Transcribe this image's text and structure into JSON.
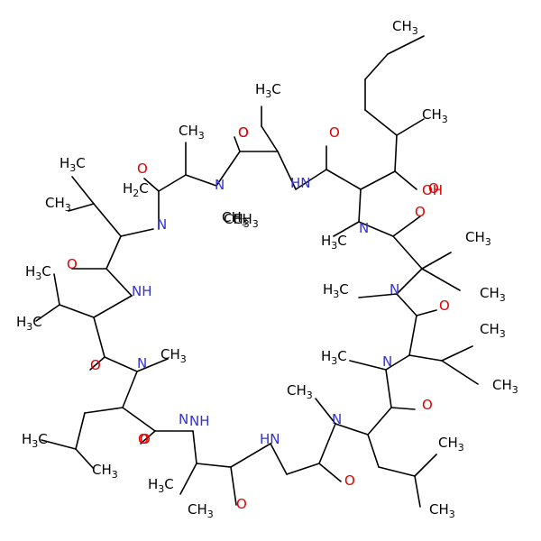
{
  "diagram": {
    "type": "skeletal-structure",
    "colors": {
      "bond": "#000000",
      "carbon": "#000000",
      "nitrogen": "#3333cc",
      "oxygen": "#dd0000"
    },
    "labels": [
      {
        "id": "ch3_top",
        "t": "CH",
        "sub": "3",
        "c": "carbon"
      },
      {
        "id": "h3c_ethyl",
        "t": "H",
        "sub": "3",
        "tail": "C",
        "c": "carbon"
      },
      {
        "id": "ch3_methyl_sc",
        "t": "CH",
        "sub": "3",
        "c": "carbon"
      },
      {
        "id": "o_1",
        "t": "O",
        "c": "oxygen"
      },
      {
        "id": "ch3_ala1",
        "t": "CH",
        "sub": "3",
        "c": "carbon"
      },
      {
        "id": "o_2",
        "t": "O",
        "c": "oxygen"
      },
      {
        "id": "nh_1",
        "t": "HN",
        "c": "nitrogen"
      },
      {
        "id": "o_3",
        "t": "O",
        "c": "oxygen"
      },
      {
        "id": "oh",
        "t": "OH",
        "c": "oxygen"
      },
      {
        "id": "n_2",
        "t": "N",
        "c": "nitrogen"
      },
      {
        "id": "ch3_n2",
        "t": "CH",
        "sub": "3",
        "c": "carbon"
      },
      {
        "id": "o_4",
        "t": "O",
        "c": "oxygen"
      },
      {
        "id": "n_3",
        "t": "N",
        "c": "nitrogen"
      },
      {
        "id": "h3c_n3",
        "t": "H",
        "sub": "3",
        "tail": "C",
        "c": "carbon"
      },
      {
        "id": "o_5",
        "t": "O",
        "c": "oxygen"
      },
      {
        "id": "ch3_val_r1",
        "t": "CH",
        "sub": "3",
        "c": "carbon"
      },
      {
        "id": "ch3_val_r2",
        "t": "CH",
        "sub": "3",
        "c": "carbon"
      },
      {
        "id": "n_4",
        "t": "N",
        "c": "nitrogen"
      },
      {
        "id": "h3c_n4",
        "t": "H",
        "sub": "3",
        "tail": "C",
        "c": "carbon"
      },
      {
        "id": "o_6",
        "t": "O",
        "c": "oxygen"
      },
      {
        "id": "ch3_leu_r1",
        "t": "CH",
        "sub": "3",
        "c": "carbon"
      },
      {
        "id": "ch3_leu_r2",
        "t": "CH",
        "sub": "3",
        "c": "carbon"
      },
      {
        "id": "n_5",
        "t": "N",
        "c": "nitrogen"
      },
      {
        "id": "h3c_n5",
        "t": "H",
        "sub": "3",
        "tail": "C",
        "c": "carbon"
      },
      {
        "id": "o_7",
        "t": "O",
        "c": "oxygen"
      },
      {
        "id": "ch3_n6",
        "t": "CH",
        "sub": "3",
        "c": "carbon"
      },
      {
        "id": "n_6",
        "t": "N",
        "c": "nitrogen"
      },
      {
        "id": "ch3_leu_r3",
        "t": "CH",
        "sub": "3",
        "c": "carbon"
      },
      {
        "id": "ch3_leu_r4",
        "t": "CH",
        "sub": "3",
        "c": "carbon"
      },
      {
        "id": "o_8",
        "t": "O",
        "c": "oxygen"
      },
      {
        "id": "ch3_ala2",
        "t": "CH",
        "sub": "3",
        "c": "carbon"
      },
      {
        "id": "nh_2",
        "t": "HN",
        "c": "nitrogen"
      },
      {
        "id": "o_9",
        "t": "O",
        "c": "oxygen"
      },
      {
        "id": "h3c_ala3",
        "t": "H",
        "sub": "3",
        "tail": "C",
        "c": "carbon"
      },
      {
        "id": "nh_3",
        "t": "NH",
        "c": "nitrogen"
      },
      {
        "id": "o_10",
        "t": "O",
        "c": "oxygen"
      },
      {
        "id": "h3c_leu_l1",
        "t": "H",
        "sub": "3",
        "tail": "C",
        "c": "carbon"
      },
      {
        "id": "ch3_leu_l2",
        "t": "CH",
        "sub": "3",
        "c": "carbon"
      },
      {
        "id": "o_11",
        "t": "O",
        "c": "oxygen"
      },
      {
        "id": "n_7",
        "t": "N",
        "c": "nitrogen"
      },
      {
        "id": "ch3_n7",
        "t": "CH",
        "sub": "3",
        "c": "carbon"
      },
      {
        "id": "h3c_val_l1",
        "t": "H",
        "sub": "3",
        "tail": "C",
        "c": "carbon"
      },
      {
        "id": "h3c_val_l2",
        "t": "H",
        "sub": "3",
        "tail": "C",
        "c": "carbon"
      },
      {
        "id": "nh_4",
        "t": "NH",
        "c": "nitrogen"
      },
      {
        "id": "o_12",
        "t": "O",
        "c": "oxygen"
      },
      {
        "id": "h3c_val_l3",
        "t": "H",
        "sub": "3",
        "tail": "C",
        "c": "carbon"
      },
      {
        "id": "ch3_val_l4",
        "t": "CH",
        "sub": "3",
        "c": "carbon"
      },
      {
        "id": "h2c_ethyl2",
        "t": "H",
        "sub": "2",
        "tail": "C",
        "c": "carbon"
      },
      {
        "id": "n_8",
        "t": "N",
        "c": "nitrogen"
      },
      {
        "id": "o_13",
        "t": "O",
        "c": "oxygen"
      },
      {
        "id": "ch3_n8",
        "t": "CH",
        "sub": "3",
        "c": "carbon"
      },
      {
        "id": "n_9",
        "t": "N",
        "c": "nitrogen"
      },
      {
        "id": "ch3_n9",
        "t": "CH",
        "sub": "3",
        "c": "carbon"
      },
      {
        "id": "o_14",
        "t": "O",
        "c": "oxygen"
      }
    ]
  }
}
